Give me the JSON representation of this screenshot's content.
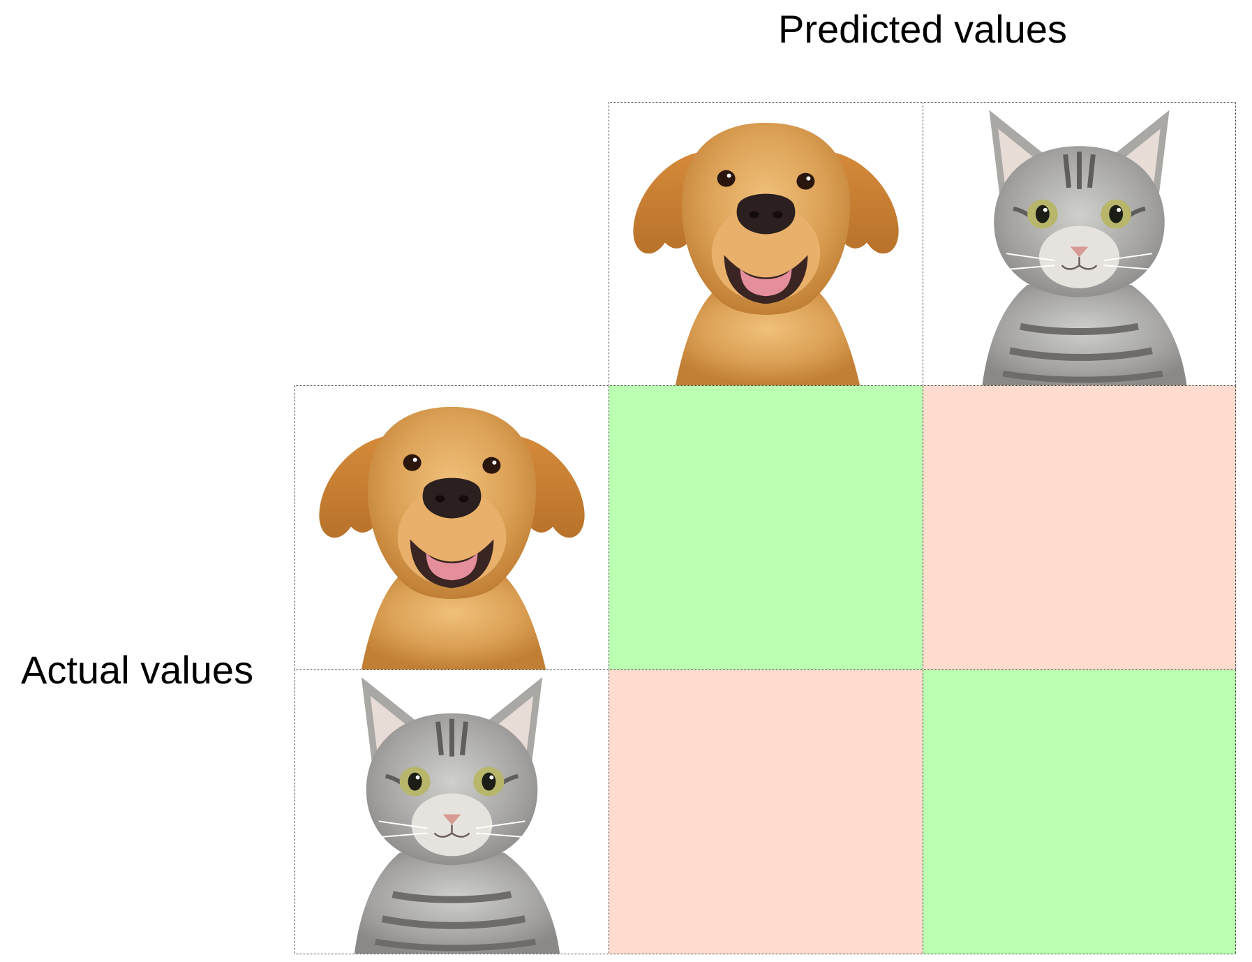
{
  "titles": {
    "predicted": "Predicted values",
    "actual": "Actual values"
  },
  "classes": [
    "dog",
    "cat"
  ],
  "predicted_headers": [
    {
      "class": "dog",
      "icon": "dog-photo-icon"
    },
    {
      "class": "cat",
      "icon": "cat-photo-icon"
    }
  ],
  "actual_headers": [
    {
      "class": "dog",
      "icon": "dog-photo-icon"
    },
    {
      "class": "cat",
      "icon": "cat-photo-icon"
    }
  ],
  "matrix": [
    [
      {
        "outcome": "correct",
        "color": "#bbffb3"
      },
      {
        "outcome": "incorrect",
        "color": "#ffdcce"
      }
    ],
    [
      {
        "outcome": "incorrect",
        "color": "#ffdcce"
      },
      {
        "outcome": "correct",
        "color": "#bbffb3"
      }
    ]
  ],
  "colors": {
    "correct": "#bbffb3",
    "incorrect": "#ffdcce",
    "border": "#333333"
  }
}
